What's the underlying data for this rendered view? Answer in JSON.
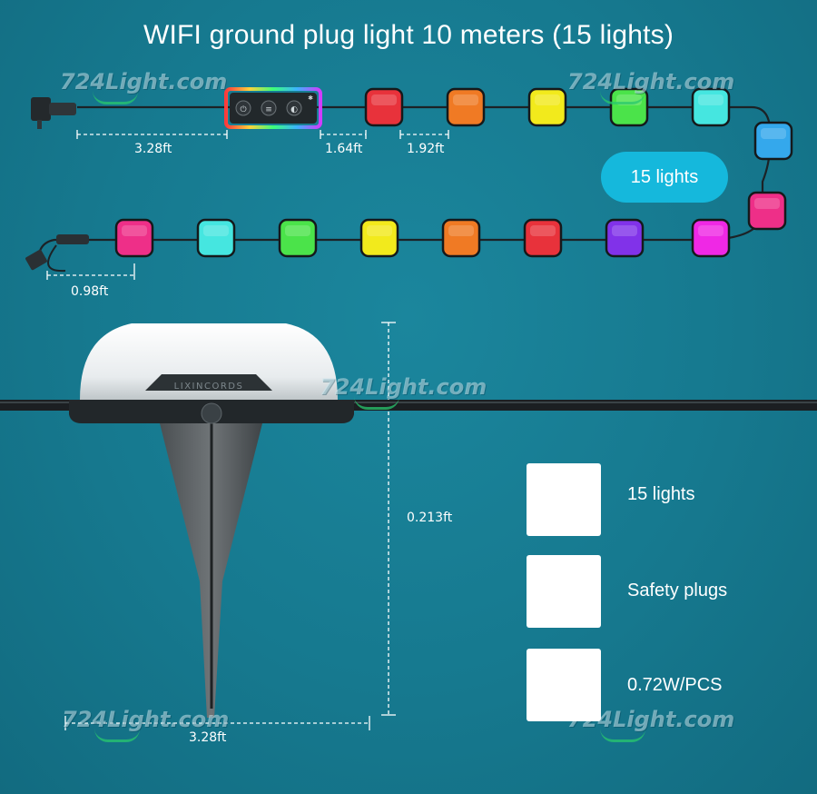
{
  "title": "WIFI ground plug light 10 meters (15 lights)",
  "watermark": "724Light.com",
  "badge": "15 lights",
  "strip": {
    "colors": [
      "#e8323b",
      "#f07a24",
      "#f2ea1c",
      "#4be34a",
      "#45e6e0",
      "#34a8ec",
      "#ee2f88",
      "#ef28e5",
      "#8132e9",
      "#e8323b",
      "#f07a24",
      "#f2ea1c",
      "#4be34a",
      "#45e6e0",
      "#ee2f88"
    ],
    "dimensions": [
      "3.28ft",
      "1.64ft",
      "1.92ft",
      "0.98ft"
    ]
  },
  "controller_icons": [
    "power-icon",
    "mode-icon",
    "color-cycle-icon",
    "bluetooth-icon"
  ],
  "lamp": {
    "brand": "LIXINCORDS",
    "height": "0.213ft",
    "width": "3.28ft"
  },
  "features": [
    {
      "icon": "light-square-icon",
      "label": "15 lights"
    },
    {
      "icon": "plug-icon",
      "label": "Safety plugs"
    },
    {
      "icon": "ground-lamp-icon",
      "label": "0.72W/PCS"
    }
  ]
}
